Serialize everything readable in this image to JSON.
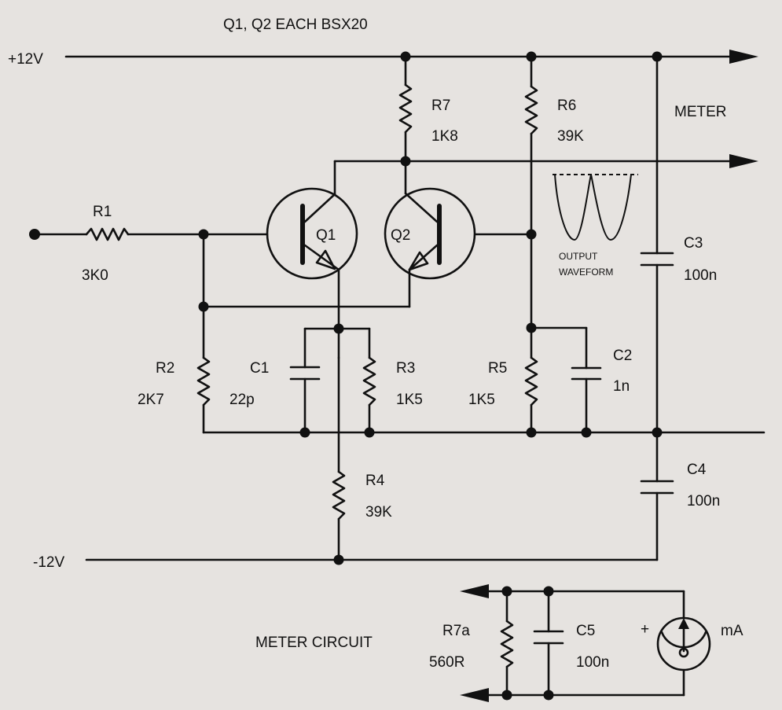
{
  "title": "Q1, Q2 EACH BSX20",
  "rails": {
    "pos": "+12V",
    "neg": "-12V"
  },
  "meter_label": "METER",
  "components": {
    "r1": {
      "name": "R1",
      "value": "3K0"
    },
    "r2": {
      "name": "R2",
      "value": "2K7"
    },
    "r3": {
      "name": "R3",
      "value": "1K5"
    },
    "r4": {
      "name": "R4",
      "value": "39K"
    },
    "r5": {
      "name": "R5",
      "value": "1K5"
    },
    "r6": {
      "name": "R6",
      "value": "39K"
    },
    "r7": {
      "name": "R7",
      "value": "1K8"
    },
    "r7a": {
      "name": "R7a",
      "value": "560R"
    },
    "c1": {
      "name": "C1",
      "value": "22p"
    },
    "c2": {
      "name": "C2",
      "value": "1n"
    },
    "c3": {
      "name": "C3",
      "value": "100n"
    },
    "c4": {
      "name": "C4",
      "value": "100n"
    },
    "c5": {
      "name": "C5",
      "value": "100n"
    },
    "q1": {
      "name": "Q1"
    },
    "q2": {
      "name": "Q2"
    }
  },
  "waveform": {
    "line1": "OUTPUT",
    "line2": "WAVEFORM"
  },
  "meter_circuit": {
    "label": "METER CIRCUIT",
    "plus": "+",
    "unit": "mA"
  }
}
